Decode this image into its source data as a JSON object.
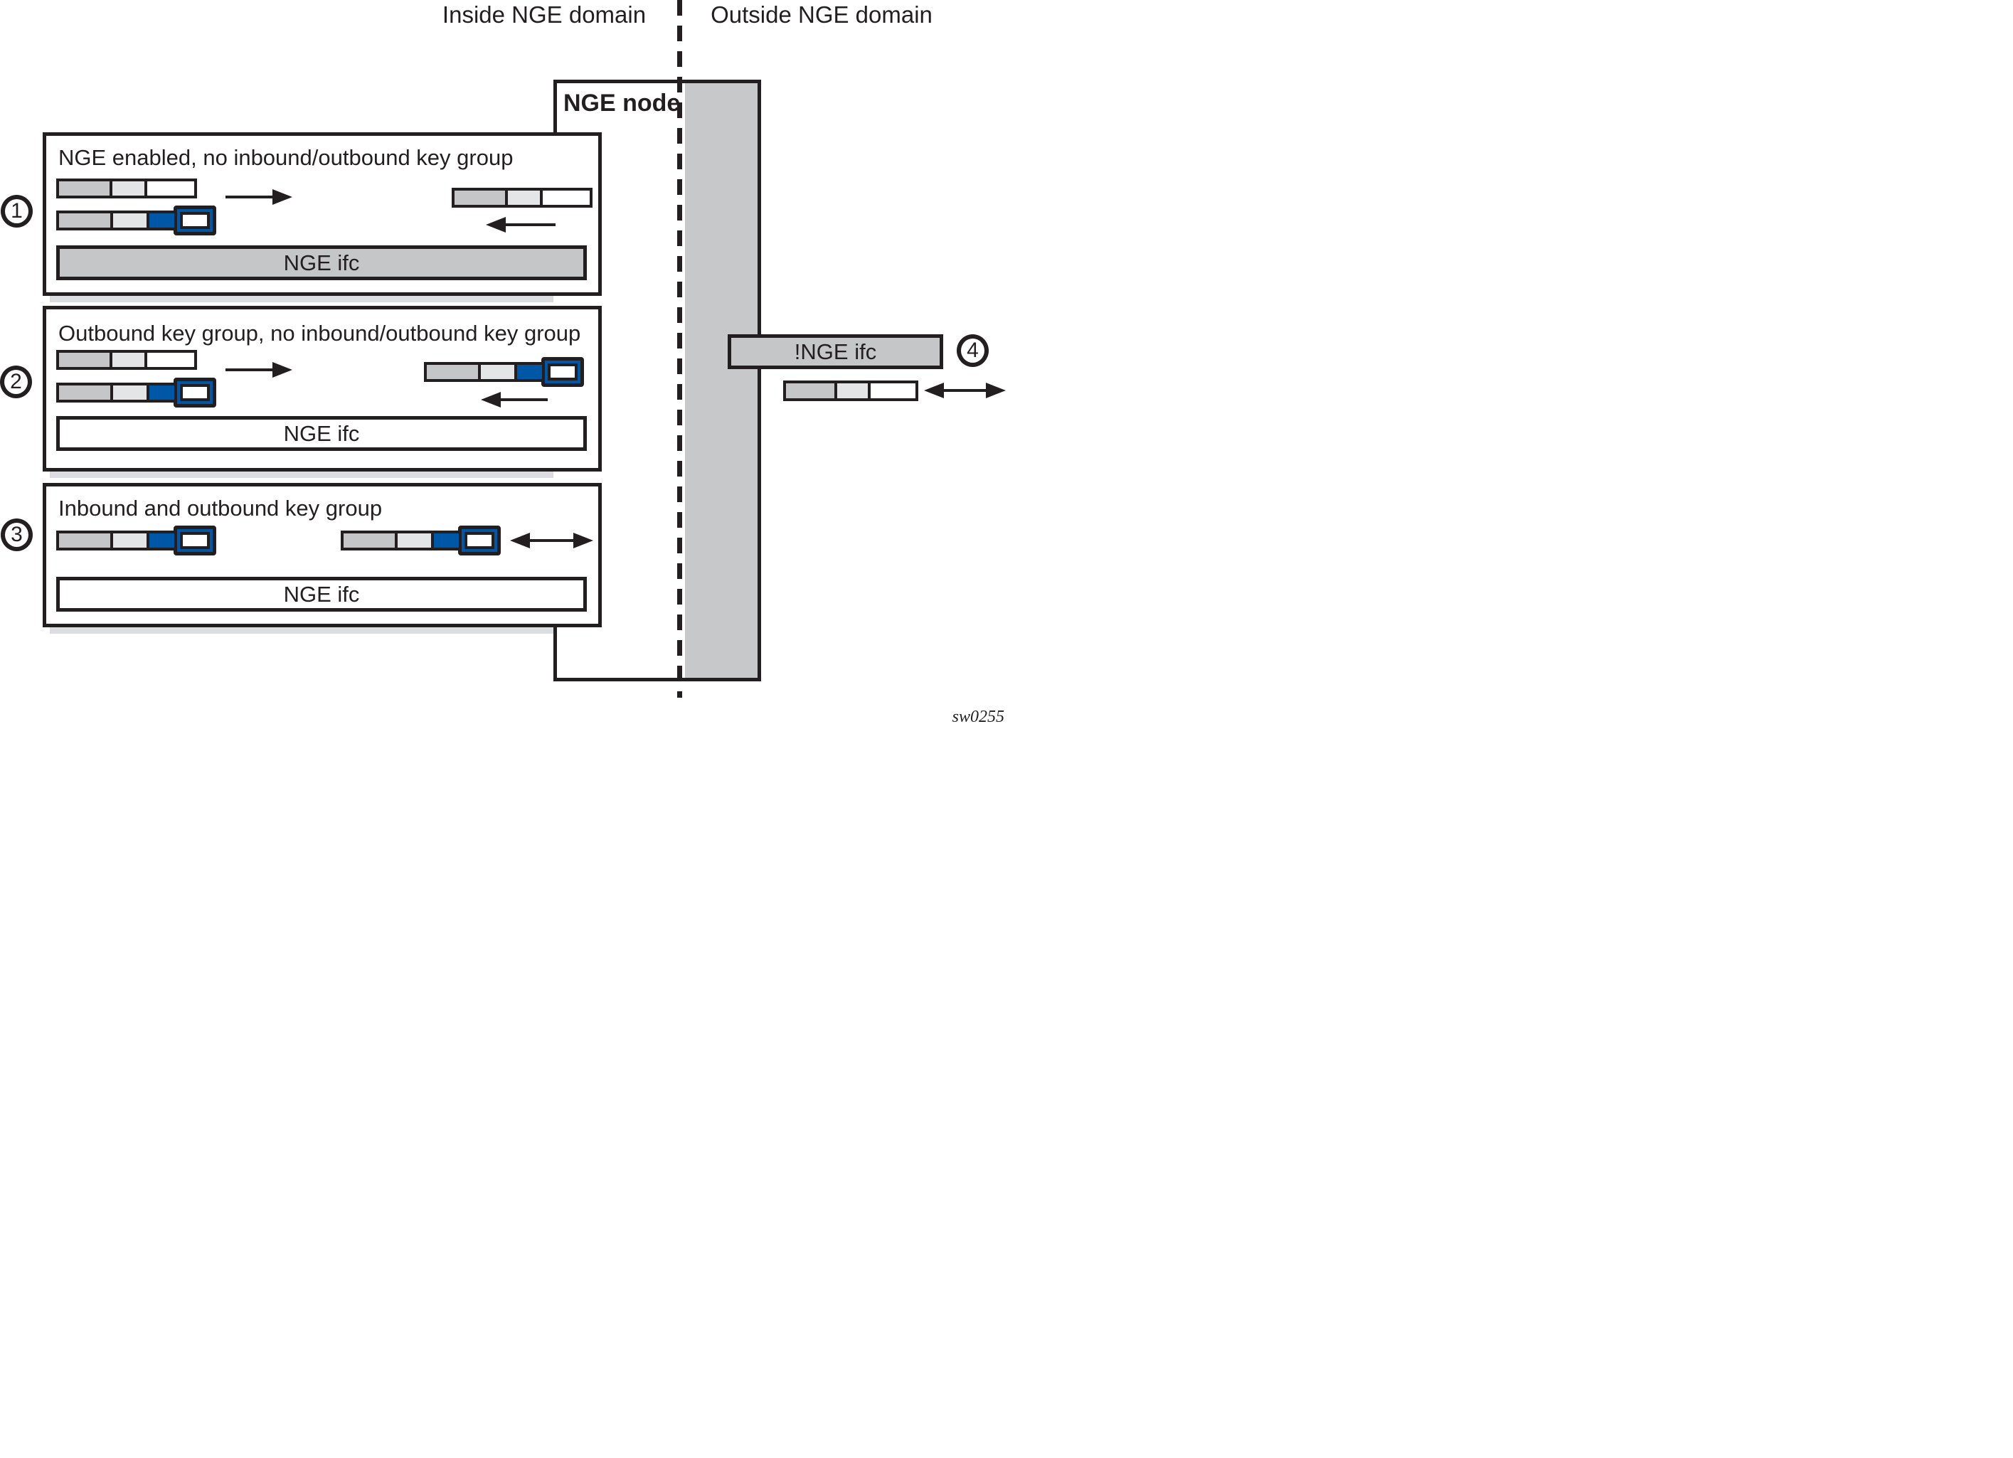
{
  "diagram": {
    "top": {
      "inside_label": "Inside NGE domain",
      "outside_label": "Outside NGE domain"
    },
    "node": {
      "label": "NGE node"
    },
    "scenarios": [
      {
        "number": "1",
        "title": "NGE enabled, no inbound/outbound key group",
        "ifc_label": "NGE ifc",
        "ifc_fill": "gray"
      },
      {
        "number": "2",
        "title": "Outbound key group, no inbound/outbound key group",
        "ifc_label": "NGE ifc",
        "ifc_fill": "white"
      },
      {
        "number": "3",
        "title": "Inbound and outbound key group",
        "ifc_label": "NGE ifc",
        "ifc_fill": "white"
      }
    ],
    "outside": {
      "number": "4",
      "ifc_label": "!NGE ifc",
      "ifc_fill": "gray"
    },
    "figure_id": "sw0255",
    "colors": {
      "ink": "#231f20",
      "seg_dark": "#c5c6c8",
      "seg_light": "#e4e5e7",
      "key_blue": "#0057a5",
      "bar_gray": "#c5c6c8",
      "column_gray": "#c7c8ca",
      "shadow": "#dcdde0"
    }
  }
}
